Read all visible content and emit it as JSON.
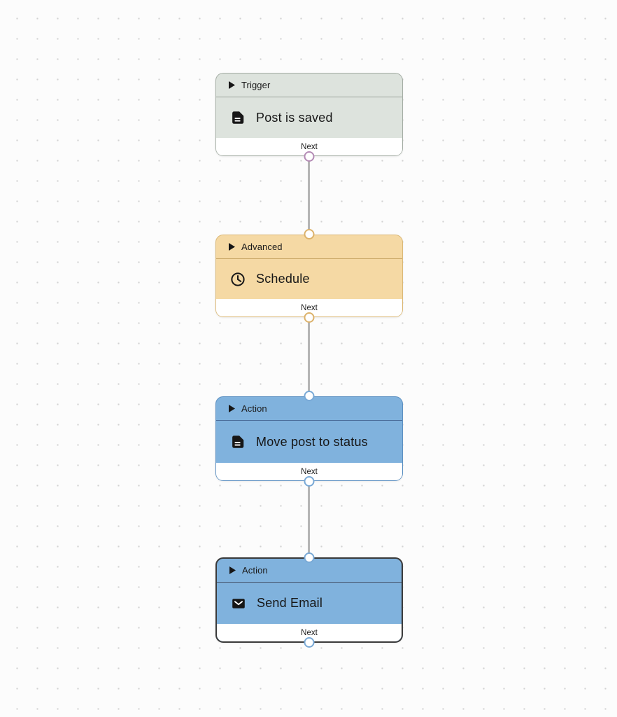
{
  "canvas": {
    "background": "#fcfcfc",
    "dot_color": "#d2d2d2",
    "connector_color": "#b4b4b4"
  },
  "nodes": [
    {
      "id": "trigger-post-is-saved",
      "category": "Trigger",
      "title": "Post is saved",
      "icon": "document-icon",
      "footer_label": "Next",
      "selected": false,
      "has_input_port": false,
      "has_output_port": true,
      "colors": {
        "bg": "#dde3dd",
        "border": "#a6afa6",
        "divider": "#9aa49a",
        "port": "#b48bb5"
      }
    },
    {
      "id": "advanced-schedule",
      "category": "Advanced",
      "title": "Schedule",
      "icon": "clock-icon",
      "footer_label": "Next",
      "selected": false,
      "has_input_port": true,
      "has_output_port": true,
      "colors": {
        "bg": "#f5d9a4",
        "border": "#dcb977",
        "divider": "#c7a463",
        "port": "#dcb26b"
      }
    },
    {
      "id": "action-move-post-to-status",
      "category": "Action",
      "title": "Move post to status",
      "icon": "document-icon",
      "footer_label": "Next",
      "selected": false,
      "has_input_port": true,
      "has_output_port": true,
      "colors": {
        "bg": "#80b2dd",
        "border": "#5c90c2",
        "divider": "#4c6f9c",
        "port": "#79a9d6"
      }
    },
    {
      "id": "action-send-email",
      "category": "Action",
      "title": "Send Email",
      "icon": "mail-icon",
      "footer_label": "Next",
      "selected": true,
      "has_input_port": true,
      "has_output_port": true,
      "colors": {
        "bg": "#80b2dd",
        "border": "#3a3a3a",
        "divider": "#44536b",
        "port": "#79a9d6"
      }
    }
  ],
  "connections": [
    {
      "from": "trigger-post-is-saved",
      "to": "advanced-schedule"
    },
    {
      "from": "advanced-schedule",
      "to": "action-move-post-to-status"
    },
    {
      "from": "action-move-post-to-status",
      "to": "action-send-email"
    }
  ]
}
